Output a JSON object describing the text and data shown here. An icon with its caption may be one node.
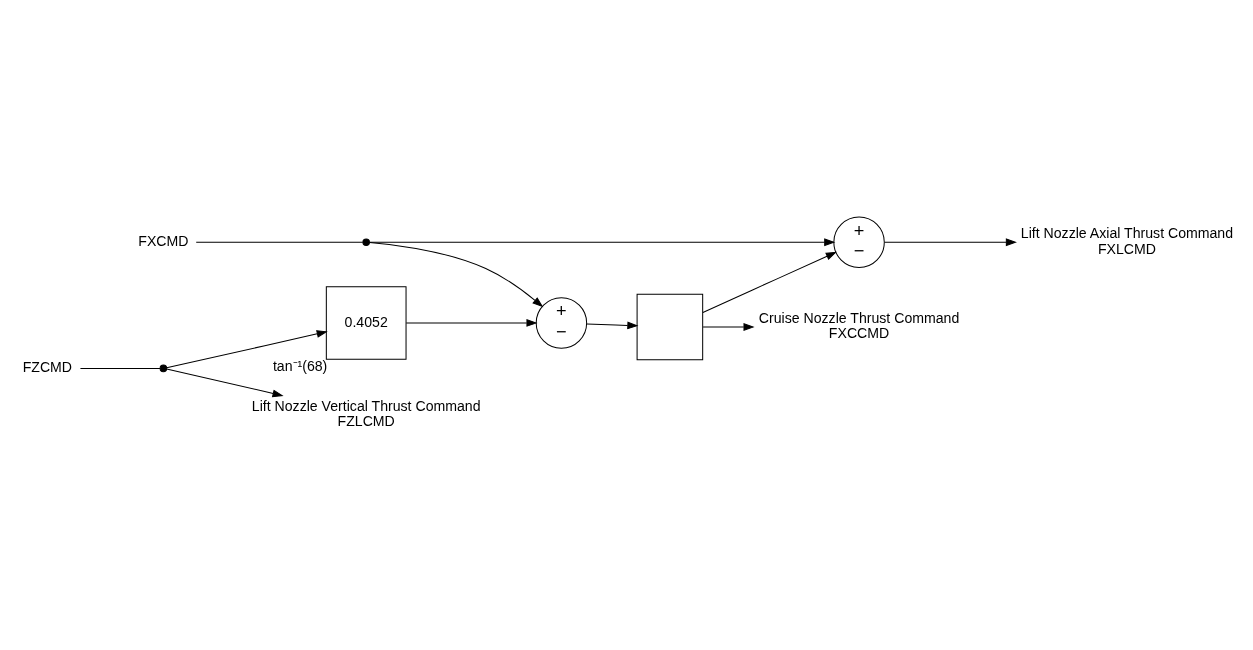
{
  "diagram": {
    "nodes": [
      {
        "text": [
          "FXCMD"
        ]
      },
      {
        "text": [],
        "shape": "circle"
      },
      {
        "text": [
          "+",
          "−"
        ]
      },
      {
        "text": [
          "Lift Nozzle Axial Thrust Command",
          "FXLCMD"
        ]
      },
      {
        "text": [
          "+",
          "−"
        ]
      },
      {
        "text": [],
        "shape": "box"
      },
      {
        "text": [
          "Cruise Nozzle Thrust Command",
          "FXCCMD"
        ]
      },
      {
        "text": [
          "0.4052"
        ],
        "beside": [
          "tan⁻¹(68)"
        ]
      },
      {
        "text": [
          "FZCMD"
        ]
      },
      {
        "text": [],
        "shape": "circle"
      },
      {
        "text": [
          "Lift Nozzle Vertical Thrust Command",
          "FZLCMD"
        ]
      }
    ],
    "edges": [
      {
        "from": 0,
        "to": 1,
        "arrow": "none"
      },
      {
        "from": 1,
        "to": 2,
        "arrow": "to"
      },
      {
        "from": 1,
        "to": 4,
        "arrow": "to"
      },
      {
        "from": 2,
        "to": 3,
        "arrow": "to"
      },
      {
        "from": 4,
        "to": 5,
        "arrow": "to"
      },
      {
        "from": 5,
        "to": 6,
        "arrow": "to"
      },
      {
        "from": 5,
        "to": 2,
        "arrow": "to"
      },
      {
        "from": 8,
        "to": 9,
        "arrow": "none"
      },
      {
        "from": 9,
        "to": 7,
        "arrow": "to"
      },
      {
        "from": 9,
        "to": 10,
        "arrow": "to"
      },
      {
        "from": 7,
        "to": 4,
        "arrow": "to"
      }
    ]
  }
}
